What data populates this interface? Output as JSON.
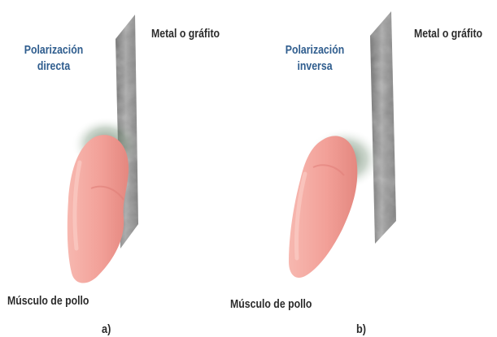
{
  "panels": [
    {
      "id": "a",
      "polarization_line1": "Polarización",
      "polarization_line2": "directa",
      "plate_label": "Metal o gráfito",
      "muscle_label": "Músculo de pollo",
      "letter": "a)"
    },
    {
      "id": "b",
      "polarization_line1": "Polarización",
      "polarization_line2": "inversa",
      "plate_label": "Metal o gráfito",
      "muscle_label": "Músculo de pollo",
      "letter": "b)"
    }
  ],
  "colors": {
    "polarization_text": "#2f5d8e",
    "label_text": "#2b2b2b",
    "muscle_fill": "#f2a49c",
    "muscle_shadow": "#e07e78",
    "plate_fill": "#9a9a9a",
    "glow": "#5f7d60"
  }
}
